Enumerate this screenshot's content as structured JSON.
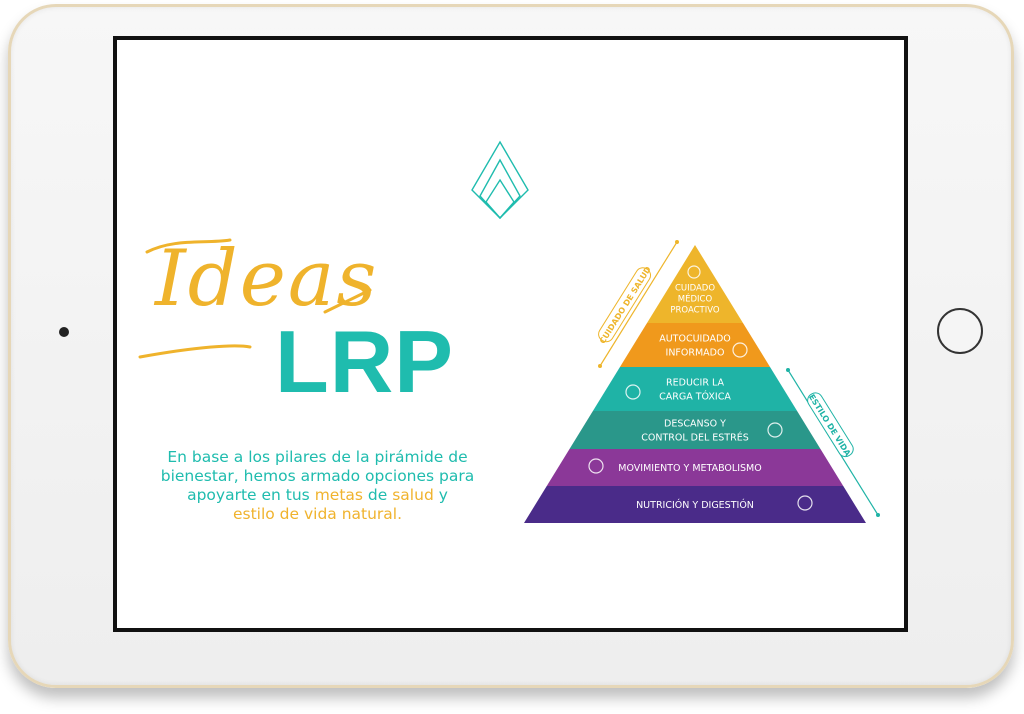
{
  "headline": {
    "script_word": "Ideas",
    "brand": "LRP"
  },
  "description": {
    "part1": "En base a los pilares de la pirámide de bienestar, hemos armado opciones para apoyarte en tus ",
    "metas": "metas",
    "de": " de ",
    "salud": "salud",
    "y": " y",
    "part2": "estilo de vida natural."
  },
  "pyramid": {
    "levels": [
      {
        "line1": "CUIDADO",
        "line2": "MÉDICO",
        "line3": "PROACTIVO",
        "color": "#eeb52b",
        "icon": "lightbulb-icon"
      },
      {
        "line1": "AUTOCUIDADO",
        "line2": "INFORMADO",
        "color": "#f0991c",
        "icon": "book-icon"
      },
      {
        "line1": "REDUCIR LA",
        "line2": "CARGA TÓXICA",
        "color": "#1fb3a6",
        "icon": "bottle-leaf-icon"
      },
      {
        "line1": "DESCANSO Y",
        "line2": "CONTROL DEL ESTRÉS",
        "color": "#2a978a",
        "icon": "moon-sleep-icon"
      },
      {
        "line1": "MOVIMIENTO Y METABOLISMO",
        "color": "#8b3898",
        "icon": "runner-icon"
      },
      {
        "line1": "NUTRICIÓN Y DIGESTIÓN",
        "color": "#4a2b89",
        "icon": "vegetables-icon"
      }
    ],
    "side_left": {
      "label": "CUIDADO DE SALUD",
      "color": "#eeb52b"
    },
    "side_right": {
      "label": "ESTILO DE VIDA",
      "color": "#1fb3a6"
    }
  },
  "colors": {
    "teal": "#1fbcae",
    "gold": "#f0b32e"
  }
}
